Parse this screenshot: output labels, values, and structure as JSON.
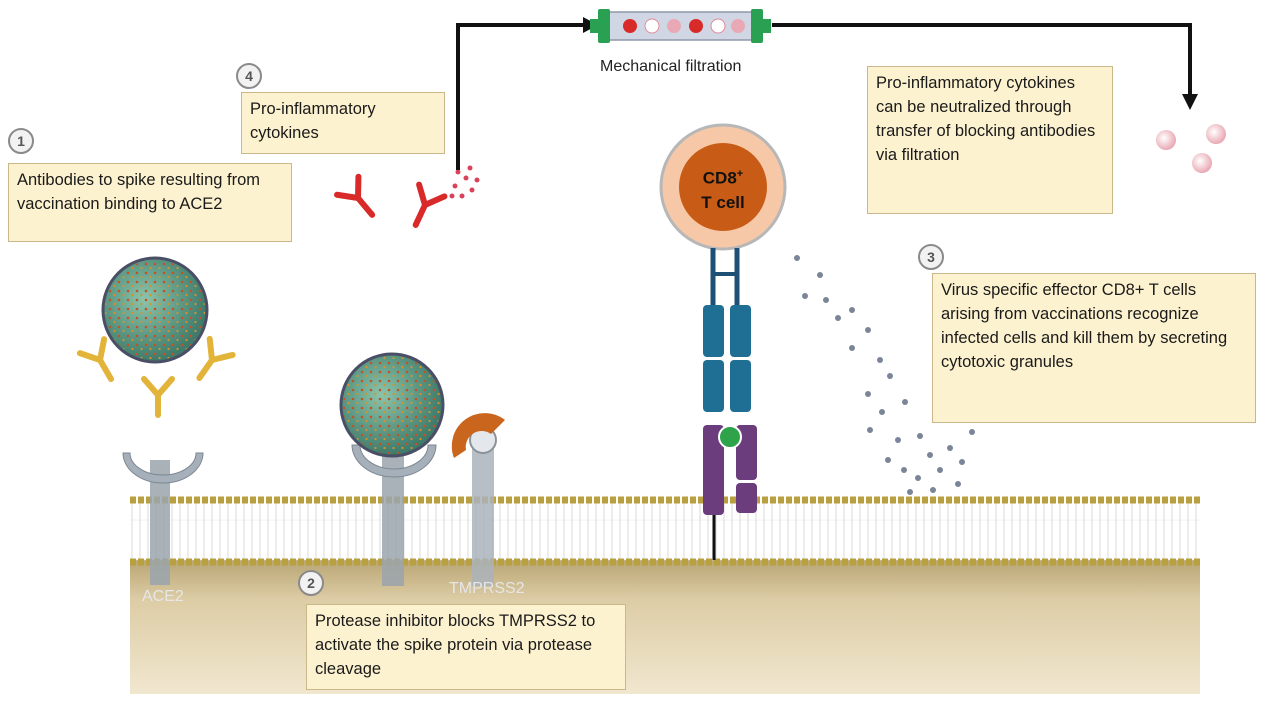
{
  "filter": {
    "label": "Mechanical filtration"
  },
  "steps": {
    "s1": {
      "number": "1",
      "text": "Antibodies to spike resulting from vaccination binding to ACE2"
    },
    "s2": {
      "number": "2",
      "text": "Protease inhibitor blocks TMPRSS2 to activate the spike protein via protease cleavage"
    },
    "s3": {
      "number": "3",
      "text": "Virus specific effector CD8+ T cells arising from vaccinations recognize infected cells and kill them by secreting cytotoxic granules"
    },
    "s4": {
      "number": "4",
      "text": "Pro-inflammatory cytokines"
    }
  },
  "neutralized_note": "Pro-inflammatory cytokines can be neutralized through transfer of blocking antibodies via filtration",
  "labels": {
    "ace2": "ACE2",
    "tmprss2": "TMPRSS2",
    "cd8_line1": "CD8",
    "cd8_sup": "+",
    "cd8_line2": "T cell"
  },
  "colors": {
    "membrane_bead": "#b8a040",
    "cytoplasm": "#d9c9a0",
    "receptor": "#9aa4ad",
    "tcr_blue": "#1f6e93",
    "cd8_purple": "#6b3d7d",
    "protease": "#c9651c",
    "antibody_gold": "#e2b53a",
    "antibody_red": "#d92a2a",
    "cell_outer": "#f6c8a8",
    "cell_nucleus": "#c85c16",
    "virus": "#5d9a86",
    "granule": "#7b8598"
  }
}
